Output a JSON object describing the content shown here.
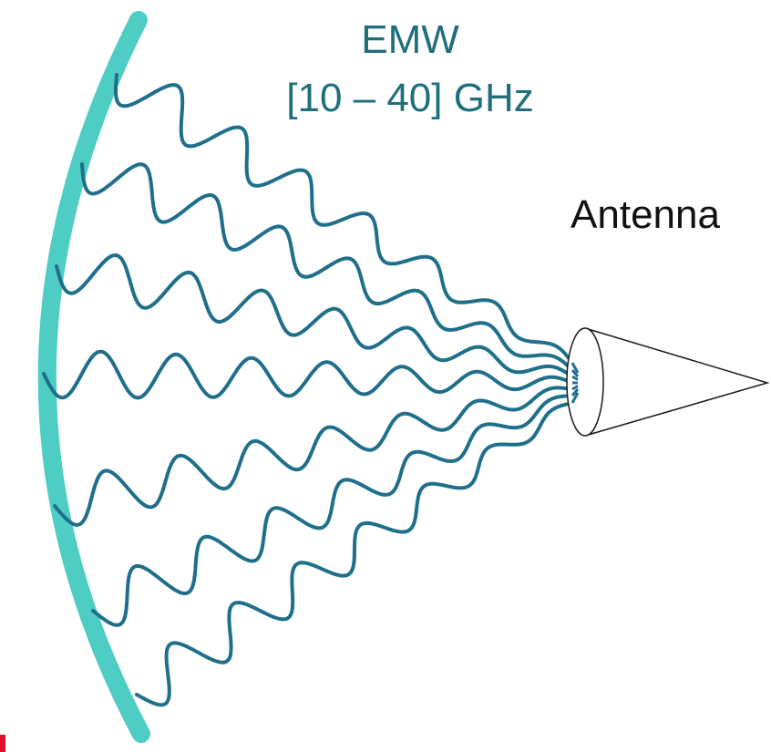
{
  "labels": {
    "emw_title": "EMW",
    "emw_range": "[10 – 40] GHz",
    "antenna": "Antenna"
  },
  "colors": {
    "reflector": "#4ecdc4",
    "reflector_edge": "#1a1a1a",
    "wave": "#1f6f8b",
    "emw_text": "#1f6f7a",
    "antenna_text": "#111111",
    "antenna_outline": "#1a1a1a",
    "corner_mark": "#e0112b"
  },
  "waves": {
    "count": 7
  }
}
